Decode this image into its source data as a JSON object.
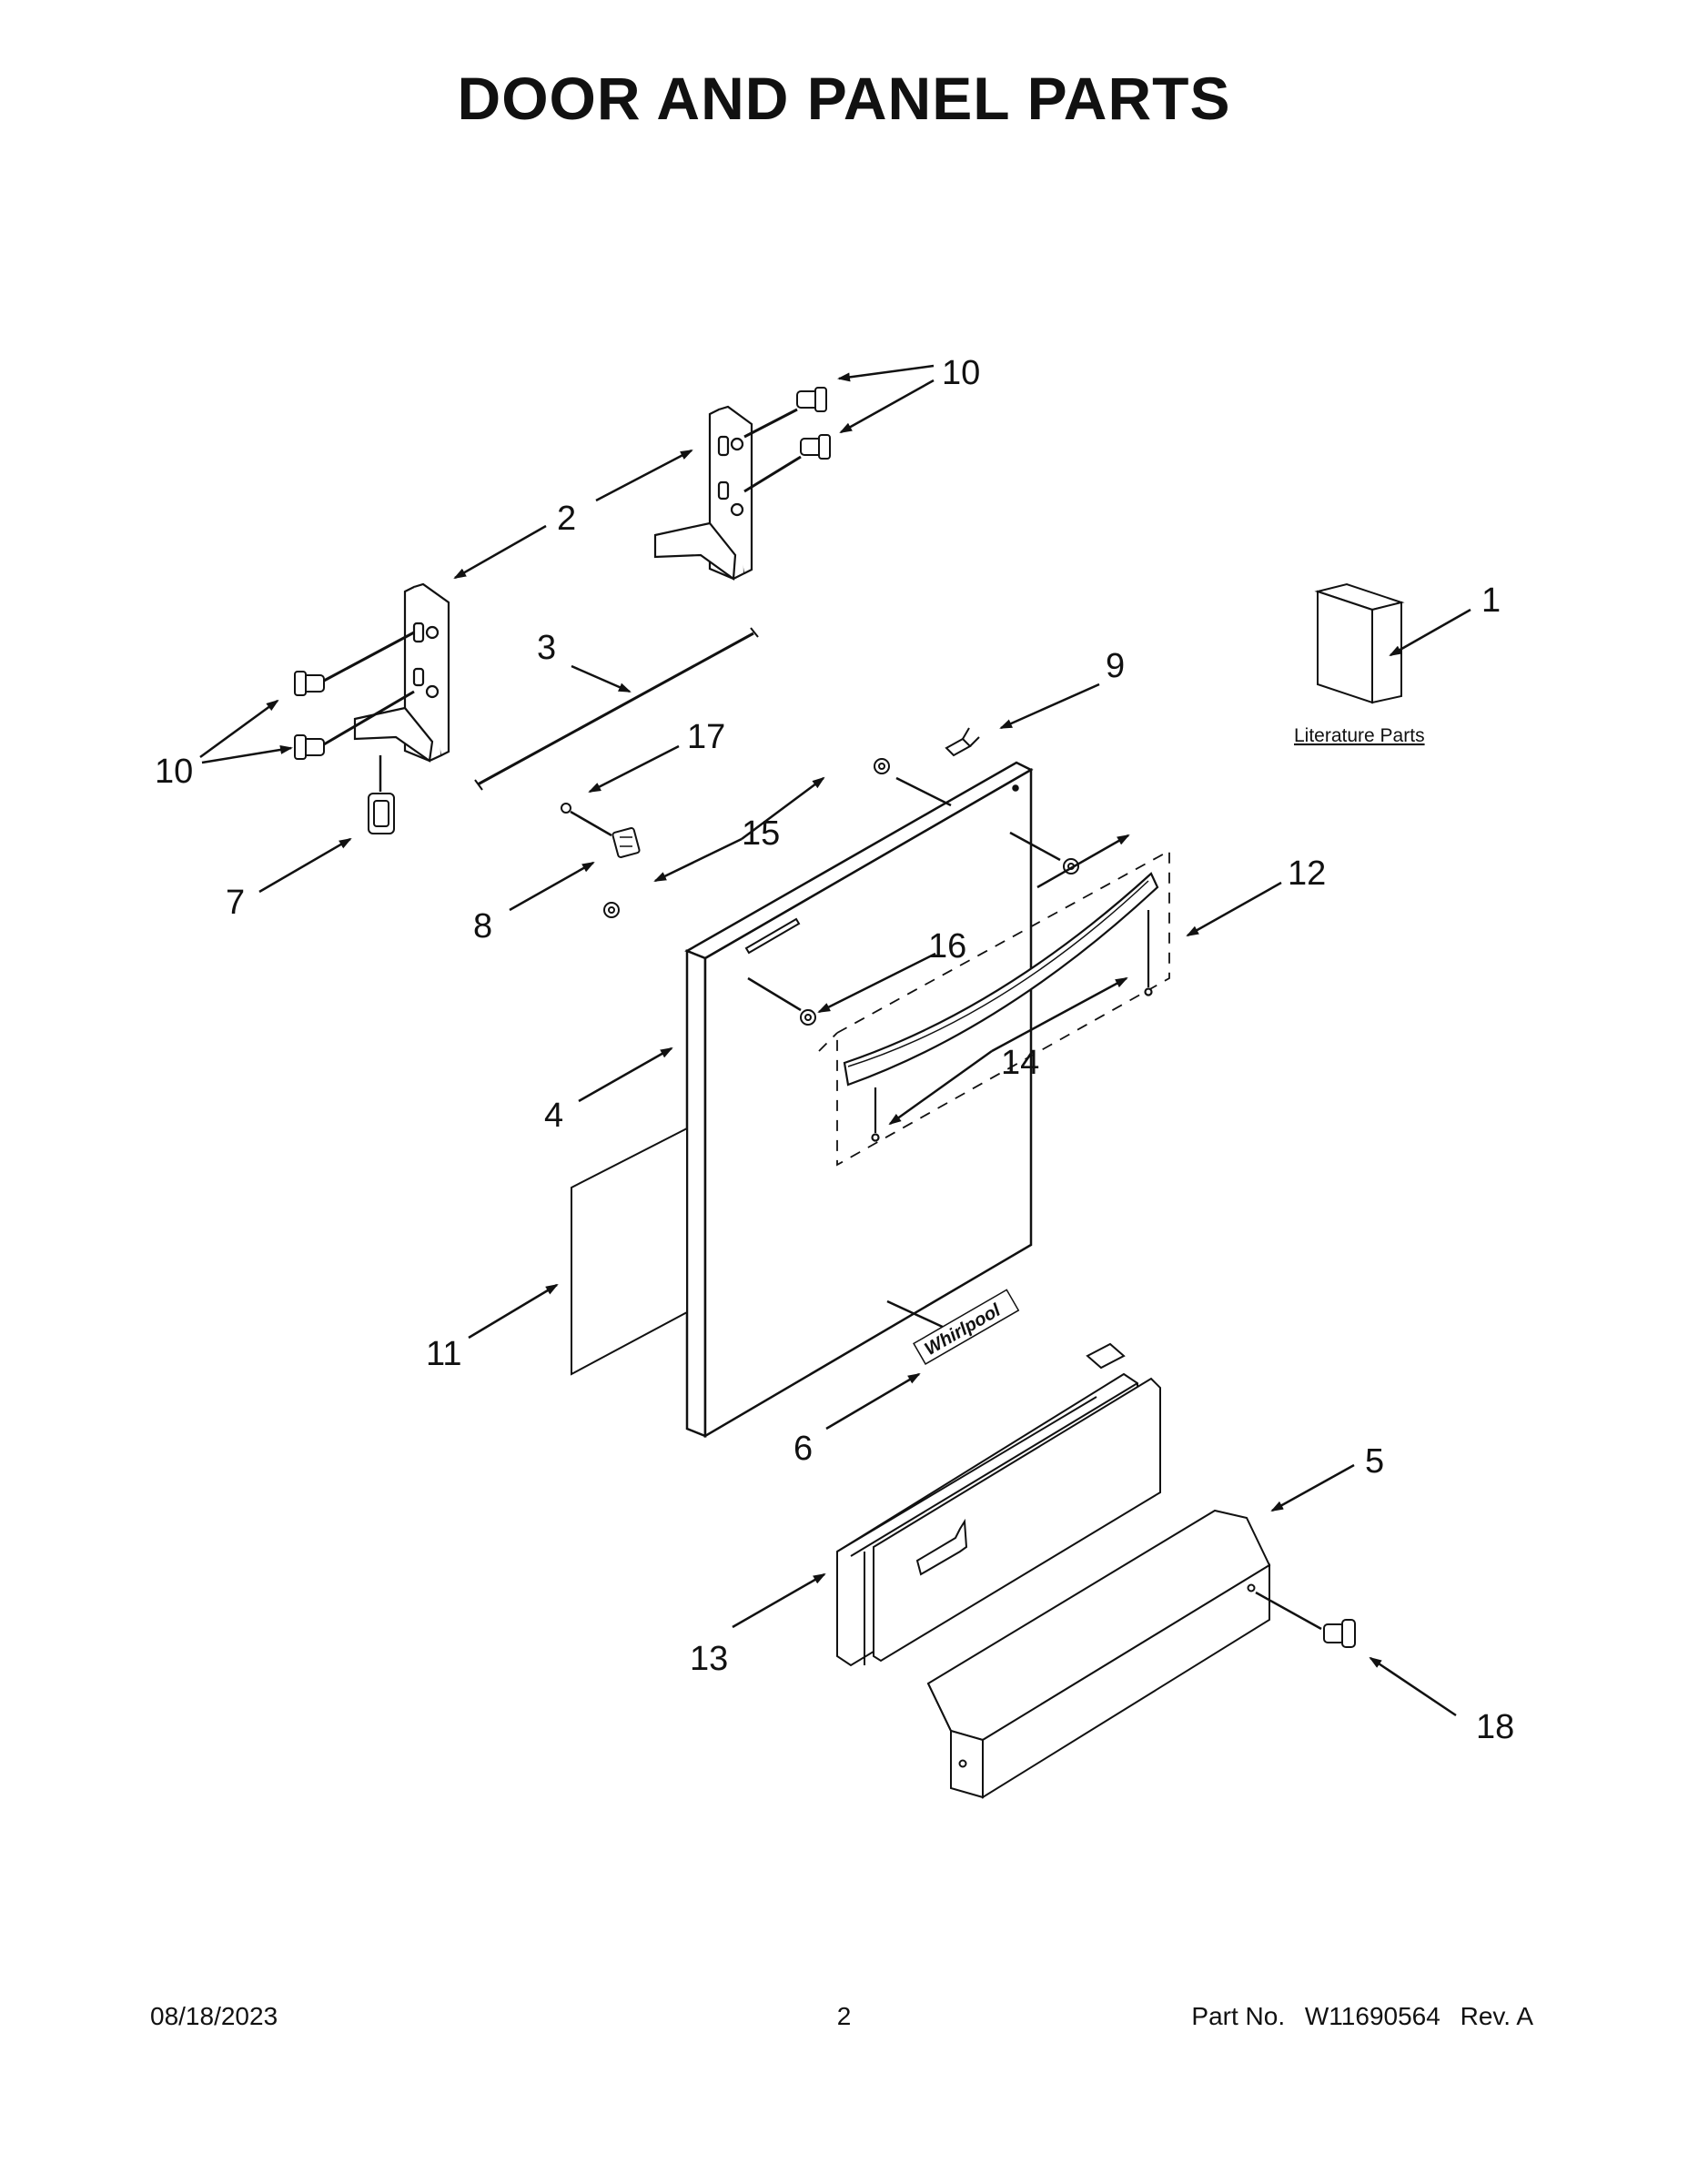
{
  "page": {
    "title": "DOOR AND PANEL PARTS"
  },
  "diagram": {
    "callouts": {
      "c1": "1",
      "c2": "2",
      "c3": "3",
      "c4": "4",
      "c5": "5",
      "c6": "6",
      "c7": "7",
      "c8": "8",
      "c9": "9",
      "c10a": "10",
      "c10b": "10",
      "c11": "11",
      "c12": "12",
      "c13": "13",
      "c14": "14",
      "c15": "15",
      "c16": "16",
      "c17": "17",
      "c18": "18"
    },
    "literature_label": "Literature Parts",
    "logo_text": "Whirlpool"
  },
  "footer": {
    "date": "08/18/2023",
    "page_number": "2",
    "part_label": "Part No.",
    "part_number": "W11690564",
    "revision": "Rev. A"
  }
}
